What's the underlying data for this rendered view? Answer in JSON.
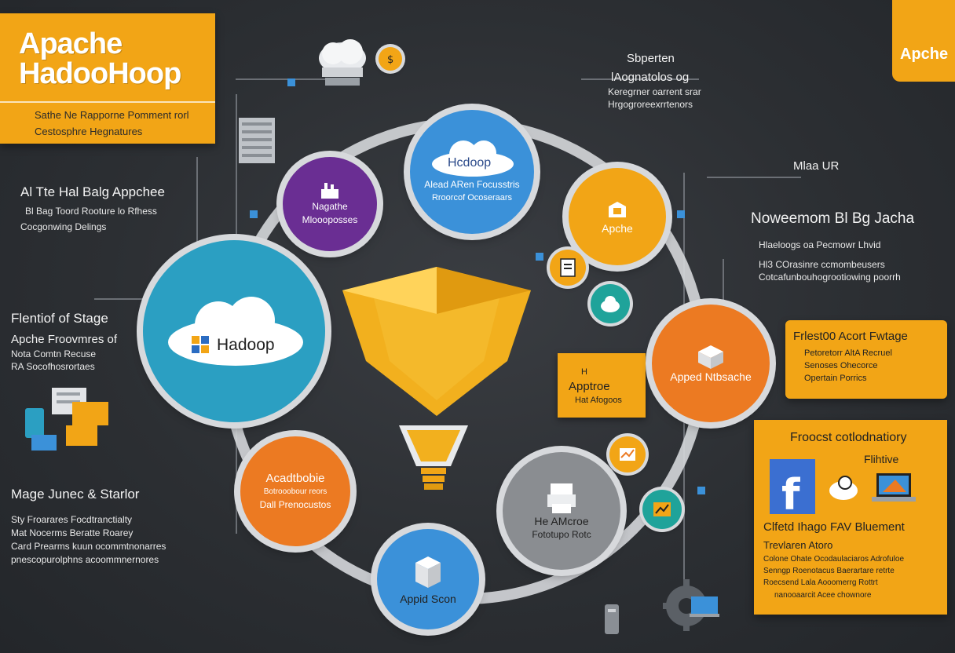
{
  "title_box": {
    "line1": "Apache",
    "line2": "HadooHoop",
    "sub1": "Sathe Ne Rapporne Pomment rorl",
    "sub2": "Cestosphre Hegnatures"
  },
  "corner_tab": {
    "label": "Apche"
  },
  "top_right_text": {
    "line1": "Sbperten",
    "line2": "lAognatolos og",
    "line3": "Keregrner oarrent srar",
    "line4": "Hrgogroreexrrtenors"
  },
  "left_block_1": {
    "heading": "Al Tte Hal Balg Appchee",
    "line1": "Bl Bag Toord Rooture lo Rfhess",
    "line2": "Cocgonwing Delings"
  },
  "left_block_2": {
    "heading": "Flentiof of Stage",
    "line1": "Apche Froovmres of",
    "line2": "Nota Comtn Recuse",
    "line3": "RA Socofhosrortaes"
  },
  "left_block_3": {
    "heading": "Mage Junec & Starlor",
    "line1": "Sty Froarares Focdtranctialty",
    "line2": "Mat Nocerms Beratte Roarey",
    "line3": "Card Prearms kuun ocommtnonarres",
    "line4": "pnescopurolphns acoommnernores"
  },
  "right_block_1": {
    "small_heading": "Mlaa UR",
    "heading": "Noweemom Bl Bg Jacha",
    "line1": "Hlaeloogs oa Pecmowr Lhvid",
    "line2": "Hl3 COrasinre ccmombeusers",
    "line3": "Cotcafunbouhogrootiowing poorrh"
  },
  "right_panel_1": {
    "heading": "Frlest00 Acort Fwtage",
    "line1": "Petoretorr AltA Recruel",
    "line2": "Senoses Ohecorce",
    "line3": "Opertain Porrics"
  },
  "right_panel_2": {
    "heading": "Froocst cotlodnatiory",
    "sub": "Flihtive",
    "caption": "Clfetd Ihago  FAV Bluement",
    "line0": "Trevlaren Atoro",
    "line1": "Colone Ohate Ocodaulaciaros Adrofuloe",
    "line2": "Senngp Roenotacus Baerartare retrte",
    "line3": "Roecsend Lala Aooomerrg Rottrt",
    "line4": "nanooaarcit Acee chownore"
  },
  "circles": {
    "hadoop_main": "Hadoop",
    "hadoop_top": "Hcdoop",
    "hadoop_top_sub1": "Alead ARen Focusstris",
    "hadoop_top_sub2": "Rroorcof Ocoseraars",
    "purple_line1": "Nagathe",
    "purple_line2": "Mloooposses",
    "yellow": "Apche",
    "orange_right": "Apped Ntbsache",
    "orange_left_1": "Acadtbobie",
    "orange_left_2": "Botrooobour reors",
    "orange_left_3": "Dall Prenocustos",
    "grey_line1": "He AMcroe",
    "grey_line2": "Fototupo Rotc",
    "blue_bottom": "Appid Scon"
  },
  "center_card": {
    "line1": "H",
    "line2": "Apptroe",
    "line3": "Hat Afogoos"
  },
  "colors": {
    "accent_orange": "#f2a516",
    "teal": "#2b9fc2",
    "purple": "#6a2e93",
    "orange": "#ec7a22",
    "grey": "#8a8d91",
    "blue": "#3b91d9"
  },
  "icons": [
    "cloud-server-icon",
    "server-rack-icon",
    "facebook-icon",
    "laptop-icon",
    "chart-icon",
    "gear-icon",
    "document-icon",
    "box-icon",
    "lightbulb-icon",
    "shield-icon"
  ]
}
